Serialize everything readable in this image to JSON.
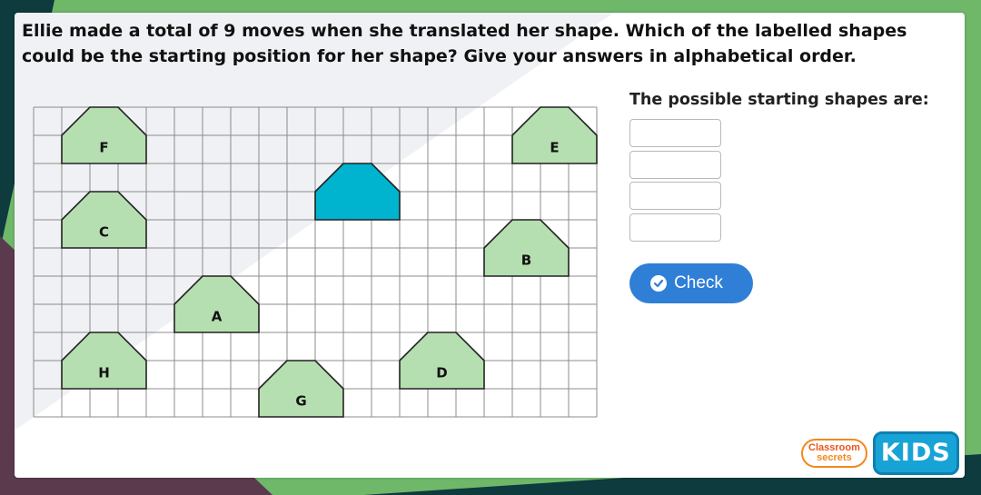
{
  "question": {
    "line1": "Ellie made a total of 9 moves when she translated her shape. Which of the labelled shapes",
    "line2": "could be the starting position for her shape? Give your answers in alphabetical order."
  },
  "grid": {
    "columns": 20,
    "rows": 11,
    "shape_labels": [
      "F",
      "E",
      "C",
      "B",
      "A",
      "H",
      "D",
      "G"
    ],
    "target_shape": "blue-shape",
    "colors": {
      "shape_fill": "#b5dfb0",
      "target_fill": "#00b3cf",
      "line": "#8c8c8c"
    }
  },
  "answer": {
    "label": "The possible starting shapes are:",
    "boxes": [
      "",
      "",
      "",
      ""
    ]
  },
  "check_button": {
    "label": "Check"
  },
  "logo": {
    "line1": "Classroom",
    "line2": "secrets",
    "kids": "KIDS"
  },
  "colors": {
    "accent": "#2f7fd6",
    "background_green": "#6fb86a",
    "background_dark": "#0e3b3e"
  }
}
